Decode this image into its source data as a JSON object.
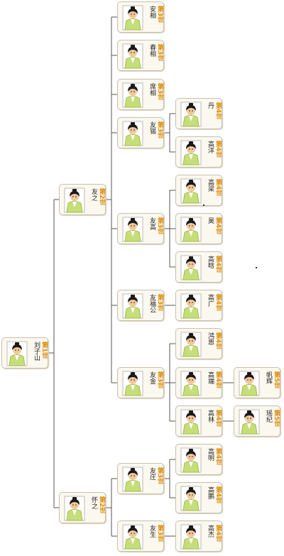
{
  "tree": {
    "id": "root",
    "name": "刘子山",
    "gen": "第1世",
    "children": [
      {
        "id": "a",
        "name": "友之",
        "gen": "第2世",
        "children": [
          {
            "id": "a1",
            "name": "安相",
            "gen": "第3世",
            "children": []
          },
          {
            "id": "a2",
            "name": "春相",
            "gen": "第3世",
            "children": []
          },
          {
            "id": "a3",
            "name": "席相",
            "gen": "第3世",
            "children": []
          },
          {
            "id": "a4",
            "name": "友锡",
            "gen": "第3世",
            "children": [
              {
                "id": "a4a",
                "name": "丹",
                "gen": "第4世",
                "children": []
              },
              {
                "id": "a4b",
                "name": "高洋",
                "gen": "第4世",
                "children": []
              }
            ]
          },
          {
            "id": "a5",
            "name": "友高",
            "gen": "第3世",
            "children": [
              {
                "id": "a5a",
                "name": "高梁",
                "gen": "第4世",
                "children": []
              },
              {
                "id": "a5b",
                "name": "昊",
                "gen": "第4世",
                "children": []
              },
              {
                "id": "a5c",
                "name": "高晗",
                "gen": "第4世",
                "children": []
              }
            ]
          },
          {
            "id": "a6",
            "name": "友福公",
            "gen": "第3世",
            "children": [
              {
                "id": "a6a",
                "name": "高广",
                "gen": "第4世",
                "children": []
              }
            ]
          },
          {
            "id": "a7",
            "name": "友金",
            "gen": "第3世",
            "children": [
              {
                "id": "a7a",
                "name": "鸿恩",
                "gen": "第4世",
                "children": []
              },
              {
                "id": "a7b",
                "name": "高端",
                "gen": "第4世",
                "children": [
                  {
                    "id": "a7b1",
                    "name": "帆辉",
                    "gen": "第5世",
                    "children": []
                  }
                ]
              },
              {
                "id": "a7c",
                "name": "高林",
                "gen": "第4世",
                "children": [
                  {
                    "id": "a7c1",
                    "name": "瑶纪",
                    "gen": "第5世",
                    "children": []
                  }
                ]
              }
            ]
          }
        ]
      },
      {
        "id": "b",
        "name": "怀之",
        "gen": "第2世",
        "children": [
          {
            "id": "b1",
            "name": "友庄",
            "gen": "第3世",
            "children": [
              {
                "id": "b1a",
                "name": "高明",
                "gen": "第4世",
                "children": []
              },
              {
                "id": "b1b",
                "name": "高鹏",
                "gen": "第4世",
                "children": []
              }
            ]
          },
          {
            "id": "b2",
            "name": "友生",
            "gen": "第3世",
            "children": [
              {
                "id": "b2a",
                "name": "高杰",
                "gen": "第4世",
                "children": []
              }
            ]
          }
        ]
      }
    ]
  },
  "colors": {
    "connector": "#555555",
    "card_bg": "#fbf8ef",
    "card_border": "#c7c0ad",
    "generation_text": "#e08a00",
    "robe": "#c6de7a",
    "robe_dark": "#9fbf48",
    "hair": "#1a1a1a",
    "skin": "#f2c89b"
  }
}
